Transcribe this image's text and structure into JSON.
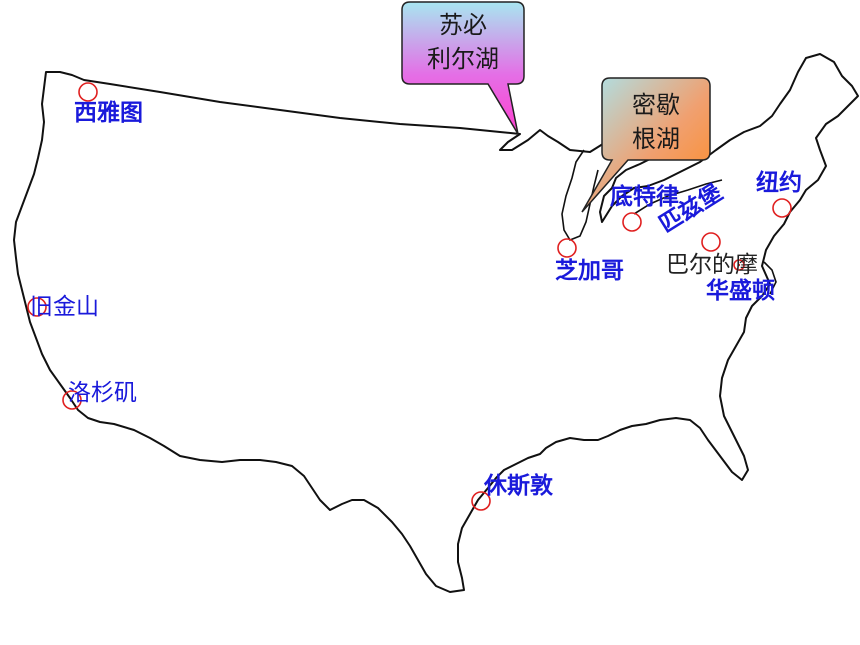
{
  "map": {
    "callouts": {
      "superior": {
        "line1": "苏必",
        "line2": "利尔湖",
        "color_top": "#a8e6f0",
        "color_bottom": "#ff3fd0"
      },
      "michigan": {
        "line1": "密歇",
        "line2": "根湖",
        "color_top": "#a8e6f0",
        "color_bottom": "#ff8a1f"
      }
    },
    "cities": [
      {
        "id": "seattle",
        "label": "西雅图",
        "style": "bold"
      },
      {
        "id": "san-francisco",
        "label": "旧金山",
        "style": "regular"
      },
      {
        "id": "los-angeles",
        "label": "洛杉矶",
        "style": "regular"
      },
      {
        "id": "chicago",
        "label": "芝加哥",
        "style": "bold"
      },
      {
        "id": "detroit",
        "label": "底特律",
        "style": "bold"
      },
      {
        "id": "pittsburgh",
        "label": "匹兹堡",
        "style": "bold"
      },
      {
        "id": "new-york",
        "label": "纽约",
        "style": "bold"
      },
      {
        "id": "washington",
        "label": "华盛顿",
        "style": "bold"
      },
      {
        "id": "houston",
        "label": "休斯敦",
        "style": "bold"
      }
    ],
    "extra_label": "巴尔的摩",
    "colors": {
      "outline": "#111111",
      "marker": "#e02020",
      "city_text": "#1a1adb"
    }
  }
}
